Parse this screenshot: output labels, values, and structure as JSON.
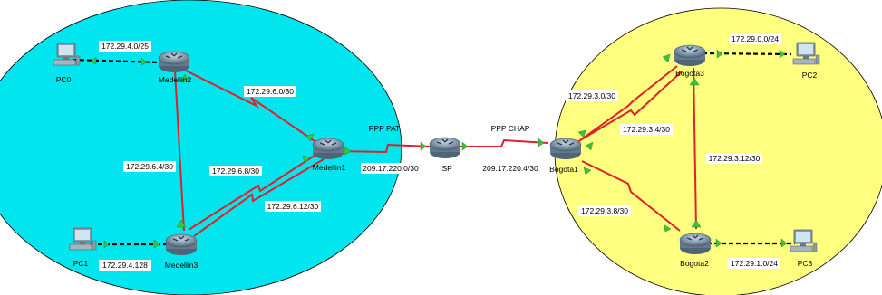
{
  "regions": {
    "medellin": {
      "color": "#00e5ee"
    },
    "bogota": {
      "color": "#ffff80"
    }
  },
  "devices": {
    "pc0": "PC0",
    "pc1": "PC1",
    "pc2": "PC2",
    "pc3": "PC3",
    "medellin1": "Medellin1",
    "medellin2": "Medellin2",
    "medellin3": "Medellin3",
    "isp": "ISP",
    "bogota1": "Bogota1",
    "bogota2": "Bogota2",
    "bogota3": "Bogota3"
  },
  "subnets": {
    "pc0_m2": "172.29.4.0/25",
    "m2_m1": "172.29.6.0/30",
    "m2_m3": "172.29.6.4/30",
    "m3_m1_a": "172.29.6.8/30",
    "m3_m1_b": "172.29.6.12/30",
    "pc1_m3": "172.29.4.128",
    "m1_isp": "209.17.220.0/30",
    "isp_b1": "209.17.220.4/30",
    "b1_b3_a": "172.29.3.0/30",
    "b1_b3_b": "172.29.3.4/30",
    "b3_b2": "172.29.3.12/30",
    "b1_b2": "172.29.3.8/30",
    "b3_pc2": "172.29.0.0/24",
    "b2_pc3": "172.29.1.0/24"
  },
  "link_labels": {
    "ppp_pat": "PPP PAT",
    "ppp_chap": "PPP CHAP"
  },
  "colors": {
    "serial_link": "#e0202a",
    "ethernet_link": "#000000",
    "port_up": "#3cc23c"
  }
}
